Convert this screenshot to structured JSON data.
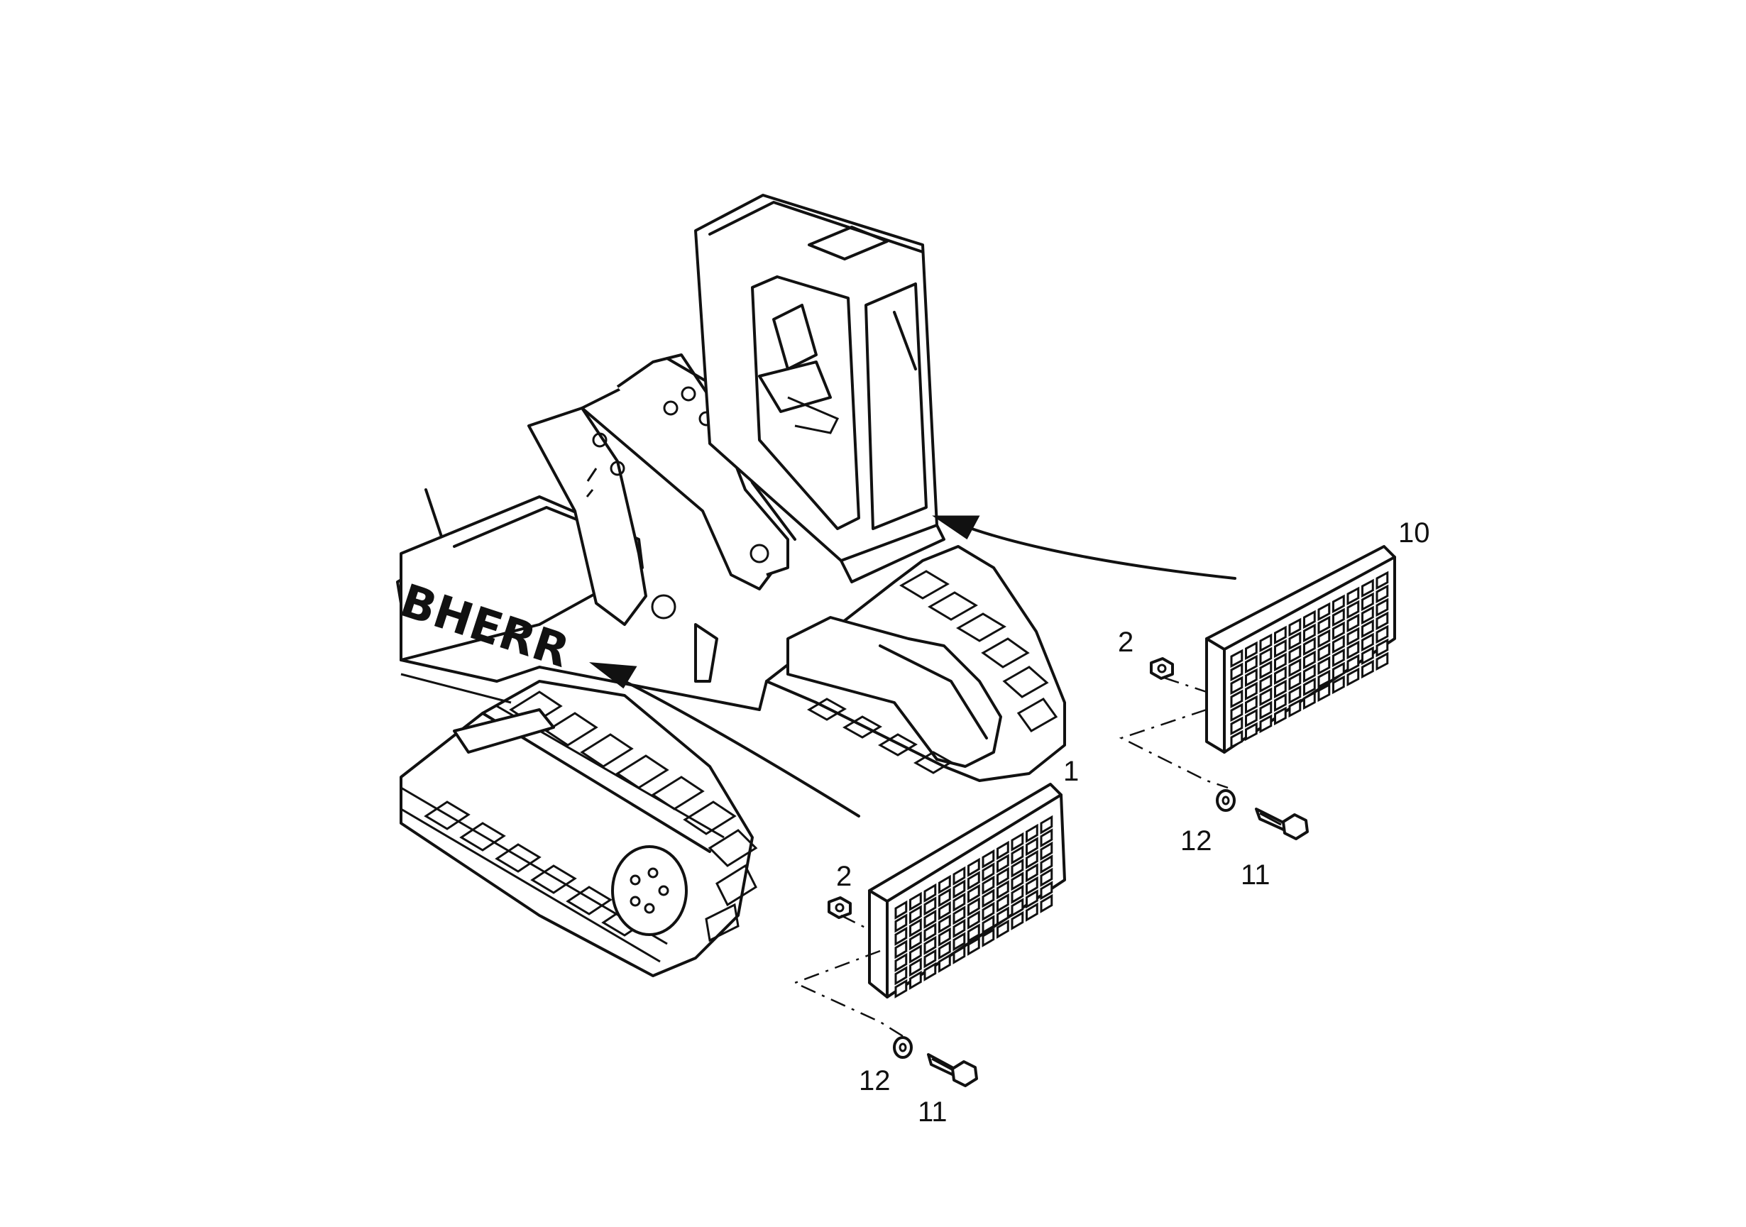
{
  "diagram": {
    "callouts": {
      "grille_front": "1",
      "grille_rear": "10",
      "nut_front": "2",
      "nut_rear": "2",
      "bolt_front": "11",
      "bolt_rear": "11",
      "washer_front": "12",
      "washer_rear": "12"
    },
    "machine_logo_text": "BHERR"
  },
  "colors": {
    "ink": "#111111",
    "paper": "#ffffff"
  }
}
